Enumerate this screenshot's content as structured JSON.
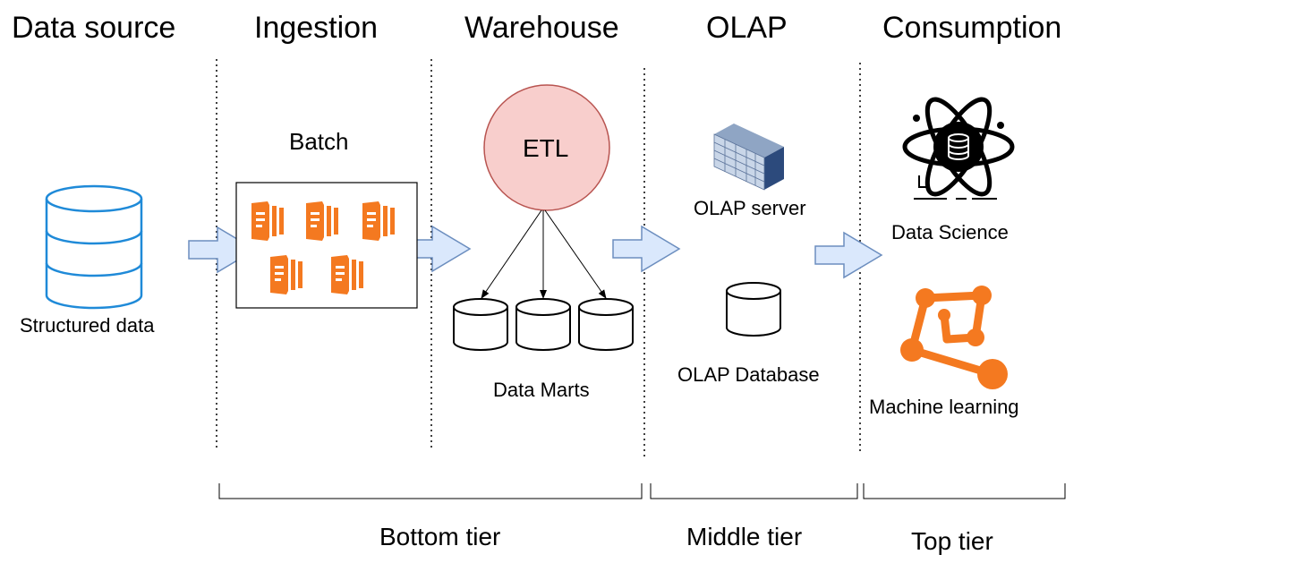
{
  "stages": {
    "data_source": "Data source",
    "ingestion": "Ingestion",
    "warehouse": "Warehouse",
    "olap": "OLAP",
    "consumption": "Consumption"
  },
  "data_source": {
    "label": "Structured data"
  },
  "ingestion": {
    "label": "Batch"
  },
  "warehouse": {
    "etl": "ETL",
    "marts": "Data Marts"
  },
  "olap": {
    "server": "OLAP server",
    "database": "OLAP Database"
  },
  "consumption": {
    "data_science": "Data Science",
    "machine_learning": "Machine learning"
  },
  "tiers": {
    "bottom": "Bottom tier",
    "middle": "Middle tier",
    "top": "Top tier"
  },
  "colors": {
    "blue_db": "#1f8ad8",
    "orange": "#f47920",
    "etl_fill": "#f8cecc",
    "etl_stroke": "#b85450",
    "arrow_fill": "#dae8fc",
    "arrow_stroke": "#6c8ebf"
  }
}
